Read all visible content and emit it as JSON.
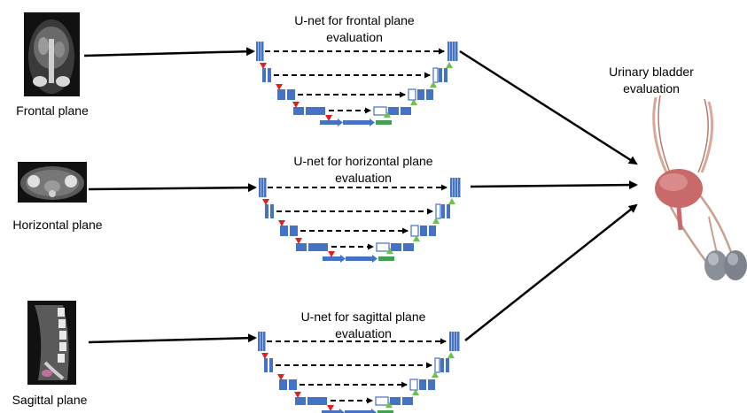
{
  "inputs": [
    {
      "label": "Frontal plane"
    },
    {
      "label": "Horizontal plane"
    },
    {
      "label": "Sagittal plane"
    }
  ],
  "networks": [
    {
      "title_line1": "U-net for frontal plane",
      "title_line2": "evaluation"
    },
    {
      "title_line1": "U-net for horizontal plane",
      "title_line2": "evaluation"
    },
    {
      "title_line1": "U-net for sagittal plane",
      "title_line2": "evaluation"
    }
  ],
  "output": {
    "label_line1": "Urinary bladder",
    "label_line2": "evaluation"
  },
  "colors": {
    "block": "#4472c4",
    "down_arrow": "#e02020",
    "up_arrow": "#70c050",
    "connector": "#000000",
    "bladder": "#c96a6a"
  }
}
